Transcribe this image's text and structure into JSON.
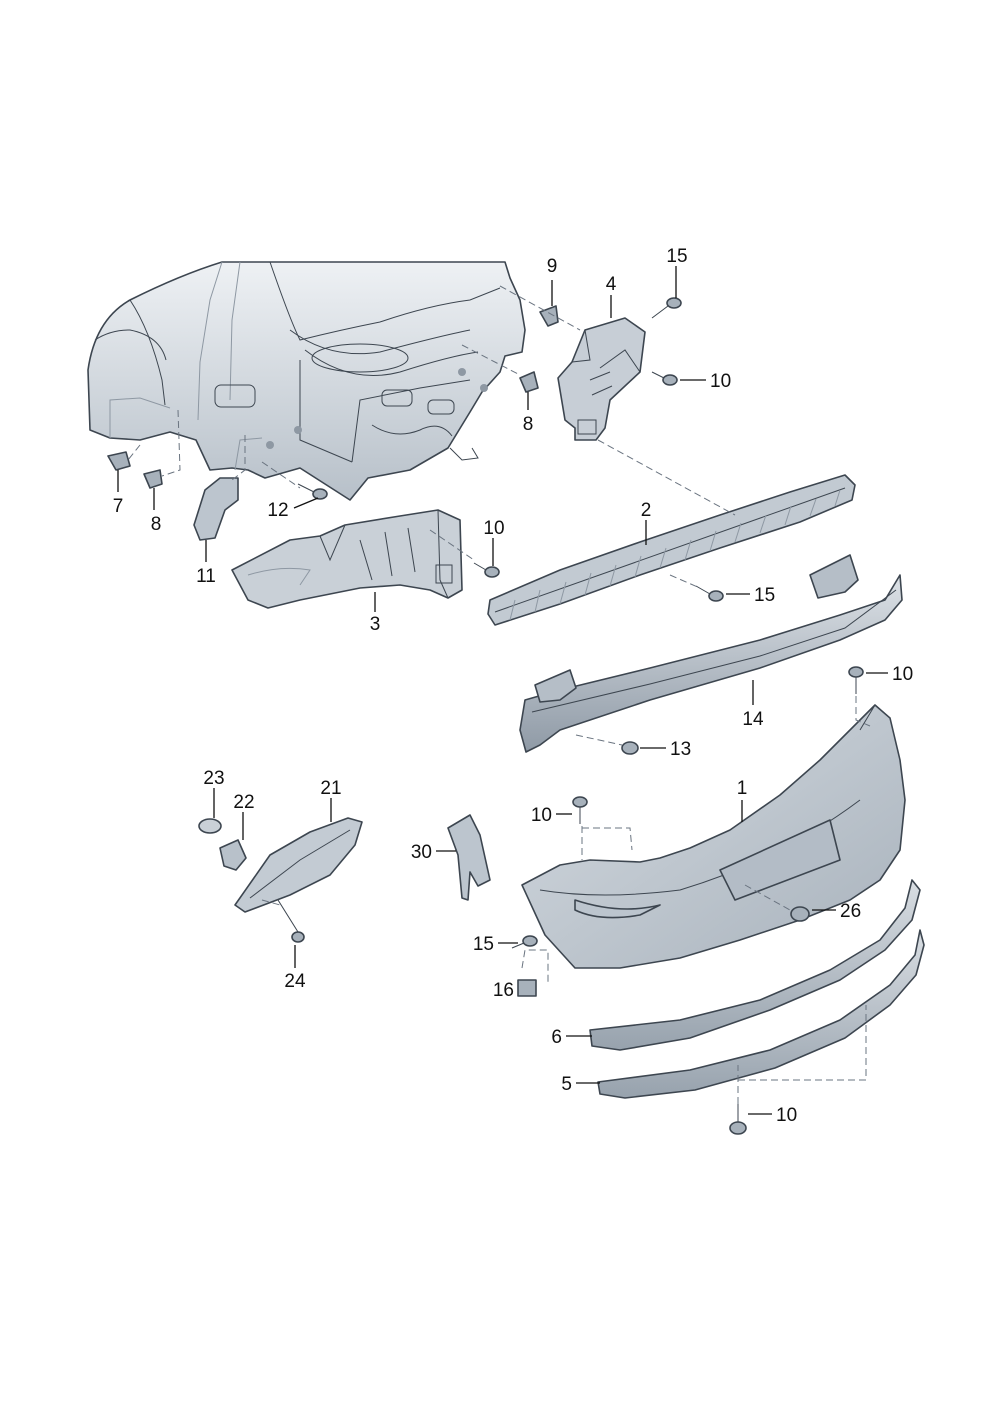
{
  "colors": {
    "part_fill": "#c4ccd4",
    "part_light": "#dfe4e9",
    "part_dark": "#9aa5b0",
    "outline": "#3d4650",
    "label": "#111111"
  },
  "callouts": [
    {
      "id": "c-9",
      "text": "9"
    },
    {
      "id": "c-4",
      "text": "4"
    },
    {
      "id": "c-15-top",
      "text": "15"
    },
    {
      "id": "c-10-bkt",
      "text": "10"
    },
    {
      "id": "c-8-mid",
      "text": "8"
    },
    {
      "id": "c-7",
      "text": "7"
    },
    {
      "id": "c-8-left",
      "text": "8"
    },
    {
      "id": "c-12",
      "text": "12"
    },
    {
      "id": "c-11",
      "text": "11"
    },
    {
      "id": "c-10-b3",
      "text": "10"
    },
    {
      "id": "c-3",
      "text": "3"
    },
    {
      "id": "c-2",
      "text": "2"
    },
    {
      "id": "c-15-mid",
      "text": "15"
    },
    {
      "id": "c-10-rt",
      "text": "10"
    },
    {
      "id": "c-14",
      "text": "14"
    },
    {
      "id": "c-13",
      "text": "13"
    },
    {
      "id": "c-23",
      "text": "23"
    },
    {
      "id": "c-22",
      "text": "22"
    },
    {
      "id": "c-21",
      "text": "21"
    },
    {
      "id": "c-24",
      "text": "24"
    },
    {
      "id": "c-30",
      "text": "30"
    },
    {
      "id": "c-10-bmp",
      "text": "10"
    },
    {
      "id": "c-1",
      "text": "1"
    },
    {
      "id": "c-26",
      "text": "26"
    },
    {
      "id": "c-15-low",
      "text": "15"
    },
    {
      "id": "c-16",
      "text": "16"
    },
    {
      "id": "c-6",
      "text": "6"
    },
    {
      "id": "c-5",
      "text": "5"
    },
    {
      "id": "c-10-bot",
      "text": "10"
    }
  ]
}
